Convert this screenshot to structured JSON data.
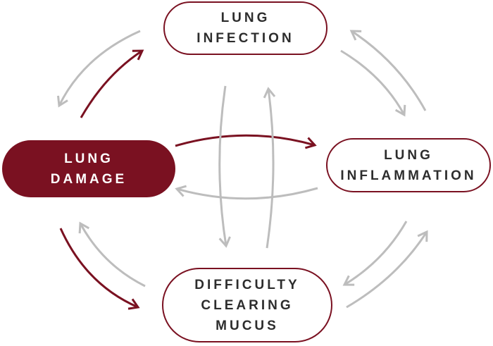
{
  "diagram": {
    "type": "cycle-diagram",
    "nodes": {
      "infection": {
        "label": "LUNG\nINFECTION",
        "style": "outline"
      },
      "inflammation": {
        "label": "LUNG\nINFLAMMATION",
        "style": "outline"
      },
      "mucus": {
        "label": "DIFFICULTY\nCLEARING\nMUCUS",
        "style": "outline"
      },
      "damage": {
        "label": "LUNG\nDAMAGE",
        "style": "filled"
      }
    },
    "edges": [
      {
        "from": "lung-infection",
        "to": "lung-damage",
        "color": "gray"
      },
      {
        "from": "lung-damage",
        "to": "lung-infection",
        "color": "maroon"
      },
      {
        "from": "lung-infection",
        "to": "lung-inflammation",
        "color": "gray"
      },
      {
        "from": "lung-inflammation",
        "to": "lung-infection",
        "color": "gray"
      },
      {
        "from": "lung-inflammation",
        "to": "difficulty-clearing-mucus",
        "color": "gray"
      },
      {
        "from": "difficulty-clearing-mucus",
        "to": "lung-inflammation",
        "color": "gray"
      },
      {
        "from": "difficulty-clearing-mucus",
        "to": "lung-damage",
        "color": "gray"
      },
      {
        "from": "lung-damage",
        "to": "difficulty-clearing-mucus",
        "color": "maroon"
      },
      {
        "from": "lung-damage",
        "to": "lung-inflammation",
        "color": "maroon"
      },
      {
        "from": "lung-inflammation",
        "to": "lung-damage",
        "color": "gray"
      },
      {
        "from": "lung-infection",
        "to": "difficulty-clearing-mucus",
        "color": "gray"
      },
      {
        "from": "difficulty-clearing-mucus",
        "to": "lung-infection",
        "color": "gray"
      }
    ],
    "colors": {
      "maroon": "#7a1121",
      "arrow_gray": "#bdbdbd",
      "node_text": "#2d2d2d",
      "node_bg": "#ffffff"
    }
  }
}
